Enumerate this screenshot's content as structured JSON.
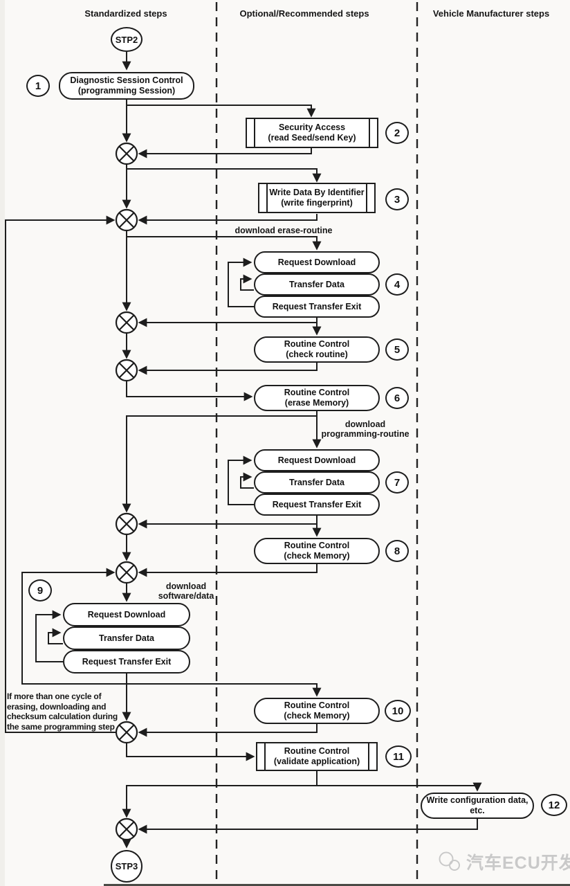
{
  "columns": {
    "standardized": "Standardized steps",
    "optional": "Optional/Recommended steps",
    "vehicle": "Vehicle Manufacturer steps"
  },
  "terminals": {
    "start": "STP2",
    "end": "STP3"
  },
  "steps": {
    "s1": {
      "num": "1",
      "title": "Diagnostic Session Control",
      "subtitle": "(programming Session)"
    },
    "s2": {
      "num": "2",
      "title": "Security Access",
      "subtitle": "(read Seed/send Key)"
    },
    "s3": {
      "num": "3",
      "title": "Write Data By Identifier",
      "subtitle": "(write fingerprint)"
    },
    "s4": {
      "num": "4",
      "items": [
        "Request Download",
        "Transfer Data",
        "Request Transfer Exit"
      ]
    },
    "s5": {
      "num": "5",
      "title": "Routine Control",
      "subtitle": "(check routine)"
    },
    "s6": {
      "num": "6",
      "title": "Routine Control",
      "subtitle": "(erase Memory)"
    },
    "s7": {
      "num": "7",
      "items": [
        "Request Download",
        "Transfer Data",
        "Request Transfer Exit"
      ]
    },
    "s8": {
      "num": "8",
      "title": "Routine Control",
      "subtitle": "(check Memory)"
    },
    "s9": {
      "num": "9",
      "items": [
        "Request Download",
        "Transfer Data",
        "Request Transfer Exit"
      ]
    },
    "s10": {
      "num": "10",
      "title": "Routine Control",
      "subtitle": "(check Memory)"
    },
    "s11": {
      "num": "11",
      "title": "Routine Control",
      "subtitle": "(validate application)"
    },
    "s12": {
      "num": "12",
      "title": "Write configuration data,",
      "subtitle": "etc."
    }
  },
  "edge_labels": {
    "erase_routine": "download erase-routine",
    "programming_routine_1": "download",
    "programming_routine_2": "programming-routine",
    "software_data_1": "download",
    "software_data_2": "software/data"
  },
  "annotation": {
    "line1": "If more than one cycle of",
    "line2": "erasing, downloading and",
    "line3": "checksum calculation during",
    "line4": "the same programming step"
  },
  "watermark": {
    "text": "汽车ECU开发"
  },
  "colors": {
    "line": "#1d1d1d",
    "background": "#faf9f7",
    "box_fill": "#ffffff",
    "watermark": "#c9c9c9"
  }
}
